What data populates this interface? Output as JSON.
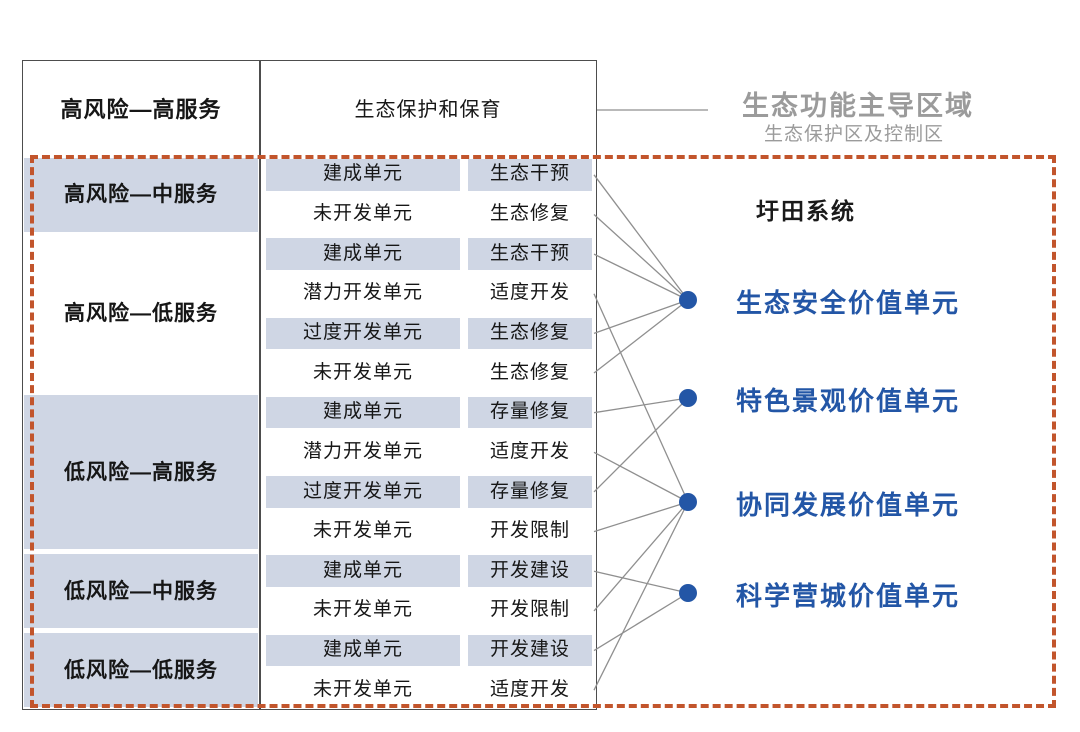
{
  "colors": {
    "row_fill": "#cfd6e4",
    "white_fill": "#ffffff",
    "dash_border": "#c2552c",
    "value_blue": "#2356a6",
    "muted_gray": "#9b9b9b",
    "line_gray": "#8f8f8f",
    "table_border": "#4d4d4d"
  },
  "table": {
    "header_group": "高风险—高服务",
    "header_strategy": "生态保护和保育",
    "groups": [
      {
        "label": "高风险—中服务",
        "fill": "blue",
        "rows": [
          {
            "unit": "建成单元",
            "action": "生态干预",
            "target": 0
          },
          {
            "unit": "未开发单元",
            "action": "生态修复",
            "target": 0
          }
        ]
      },
      {
        "label": "高风险—低服务",
        "fill": "white",
        "rows": [
          {
            "unit": "建成单元",
            "action": "生态干预",
            "target": 0
          },
          {
            "unit": "潜力开发单元",
            "action": "适度开发",
            "target": 2
          },
          {
            "unit": "过度开发单元",
            "action": "生态修复",
            "target": 0
          },
          {
            "unit": "未开发单元",
            "action": "生态修复",
            "target": 0
          }
        ]
      },
      {
        "label": "低风险—高服务",
        "fill": "blue",
        "rows": [
          {
            "unit": "建成单元",
            "action": "存量修复",
            "target": 1
          },
          {
            "unit": "潜力开发单元",
            "action": "适度开发",
            "target": 2
          },
          {
            "unit": "过度开发单元",
            "action": "存量修复",
            "target": 1
          },
          {
            "unit": "未开发单元",
            "action": "开发限制",
            "target": 2
          }
        ]
      },
      {
        "label": "低风险—中服务",
        "fill": "blue",
        "rows": [
          {
            "unit": "建成单元",
            "action": "开发建设",
            "target": 3
          },
          {
            "unit": "未开发单元",
            "action": "开发限制",
            "target": 2
          }
        ]
      },
      {
        "label": "低风险—低服务",
        "fill": "blue",
        "rows": [
          {
            "unit": "建成单元",
            "action": "开发建设",
            "target": 3
          },
          {
            "unit": "未开发单元",
            "action": "适度开发",
            "target": 2
          }
        ]
      }
    ]
  },
  "right_panel": {
    "top_title": "生态功能主导区域",
    "top_subtitle": "生态保护区及控制区",
    "system_title": "圩田系统",
    "value_units": [
      {
        "label": "生态安全价值单元"
      },
      {
        "label": "特色景观价值单元"
      },
      {
        "label": "协同发展价值单元"
      },
      {
        "label": "科学营城价值单元"
      }
    ]
  }
}
